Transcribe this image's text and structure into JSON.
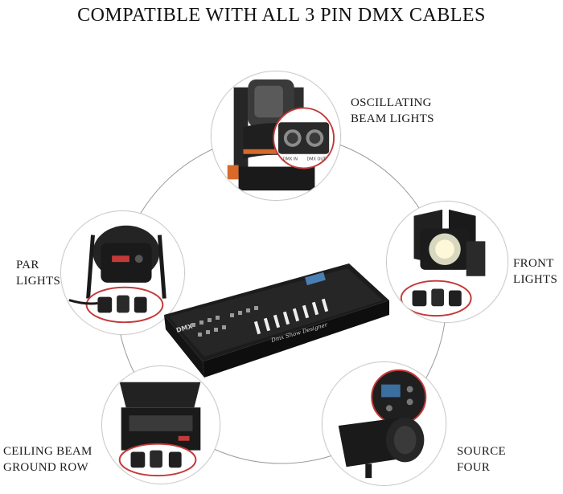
{
  "title": "COMPATIBLE WITH ALL 3 PIN DMX CABLES",
  "labels": {
    "oscillating": [
      "OSCILLATING",
      "BEAM LIGHTS"
    ],
    "par": [
      "PAR",
      "LIGHTS"
    ],
    "front": [
      "FRONT",
      "LIGHTS"
    ],
    "ceiling": [
      "CEILING BEAM",
      "GROUND ROW"
    ],
    "source": [
      "SOURCE",
      "FOUR"
    ]
  },
  "controller": {
    "brand": "DMX",
    "panel_text": "Dmx Show Designer"
  },
  "connectors": {
    "dmx_in": "DMX IN",
    "dmx_out": "DMX OUT"
  },
  "colors": {
    "ring": "#9a9a9a",
    "highlight_circle": "#c43a3a",
    "device_dark": "#1c1c1c",
    "accent_orange": "#d8692a"
  }
}
